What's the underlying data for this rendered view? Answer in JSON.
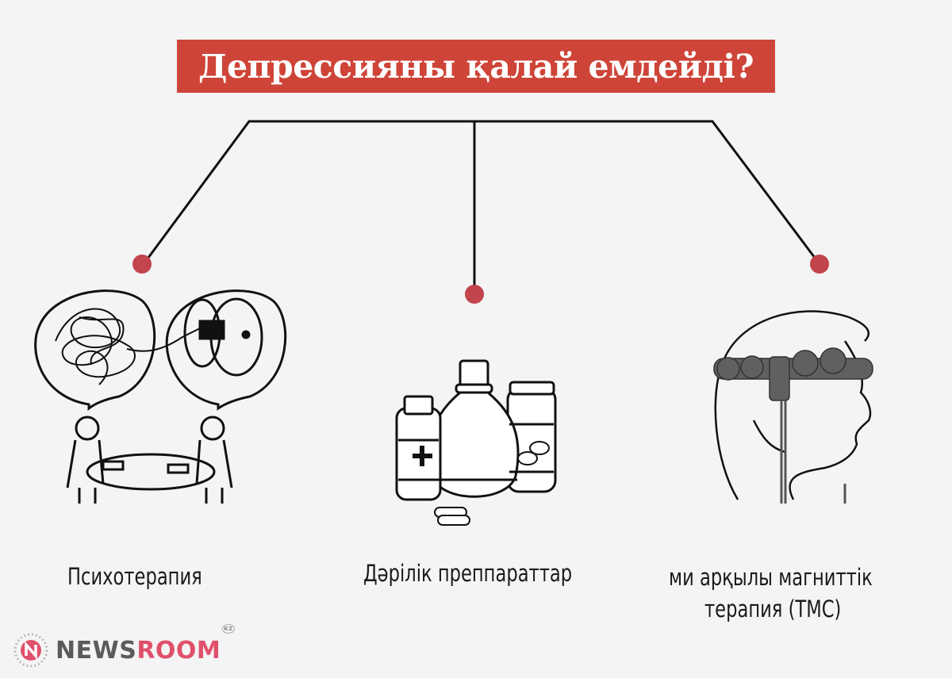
{
  "title": "Депрессияны қалай емдейді?",
  "colors": {
    "banner": "#cf4438",
    "dot": "#c2444c",
    "background": "#f4f4f4",
    "logo_dark": "#5b5b5b",
    "logo_accent": "#e0506b"
  },
  "branches": [
    {
      "label": "Психотерапия",
      "icon": "therapy-session-illustration"
    },
    {
      "label": "Дәрілік преппараттар",
      "icon": "medicine-bottles-illustration"
    },
    {
      "label_line1": "ми арқылы магниттік",
      "label_line2": "терапия (ТМС)",
      "icon": "tms-headset-illustration"
    }
  ],
  "logo": {
    "part1": "NEWS",
    "part2": "ROOM",
    "suffix": "KZ"
  }
}
